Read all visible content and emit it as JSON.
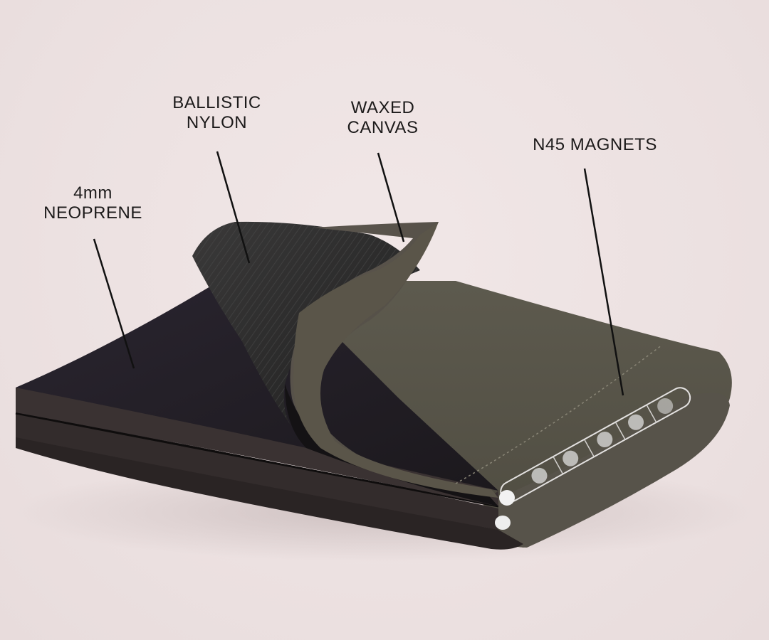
{
  "diagram": {
    "subject": "Layered fabric wallet cross-section with magnetic closure",
    "background_color": "#ede3e3",
    "labels": [
      {
        "id": "neoprene",
        "lines": [
          "4mm",
          "NEOPRENE"
        ],
        "color": "#1c1a1a"
      },
      {
        "id": "nylon",
        "lines": [
          "BALLISTIC",
          "NYLON"
        ],
        "color": "#1c1a1a"
      },
      {
        "id": "canvas",
        "lines": [
          "WAXED",
          "CANVAS"
        ],
        "color": "#1c1a1a"
      },
      {
        "id": "magnets",
        "lines": [
          "N45 MAGNETS"
        ],
        "color": "#1c1a1a"
      }
    ],
    "materials": {
      "neoprene_color": "#231f24",
      "nylon_color": "#2c2b2b",
      "canvas_color": "#5f5a4f",
      "magnet_color": "#e6e6e6"
    }
  }
}
